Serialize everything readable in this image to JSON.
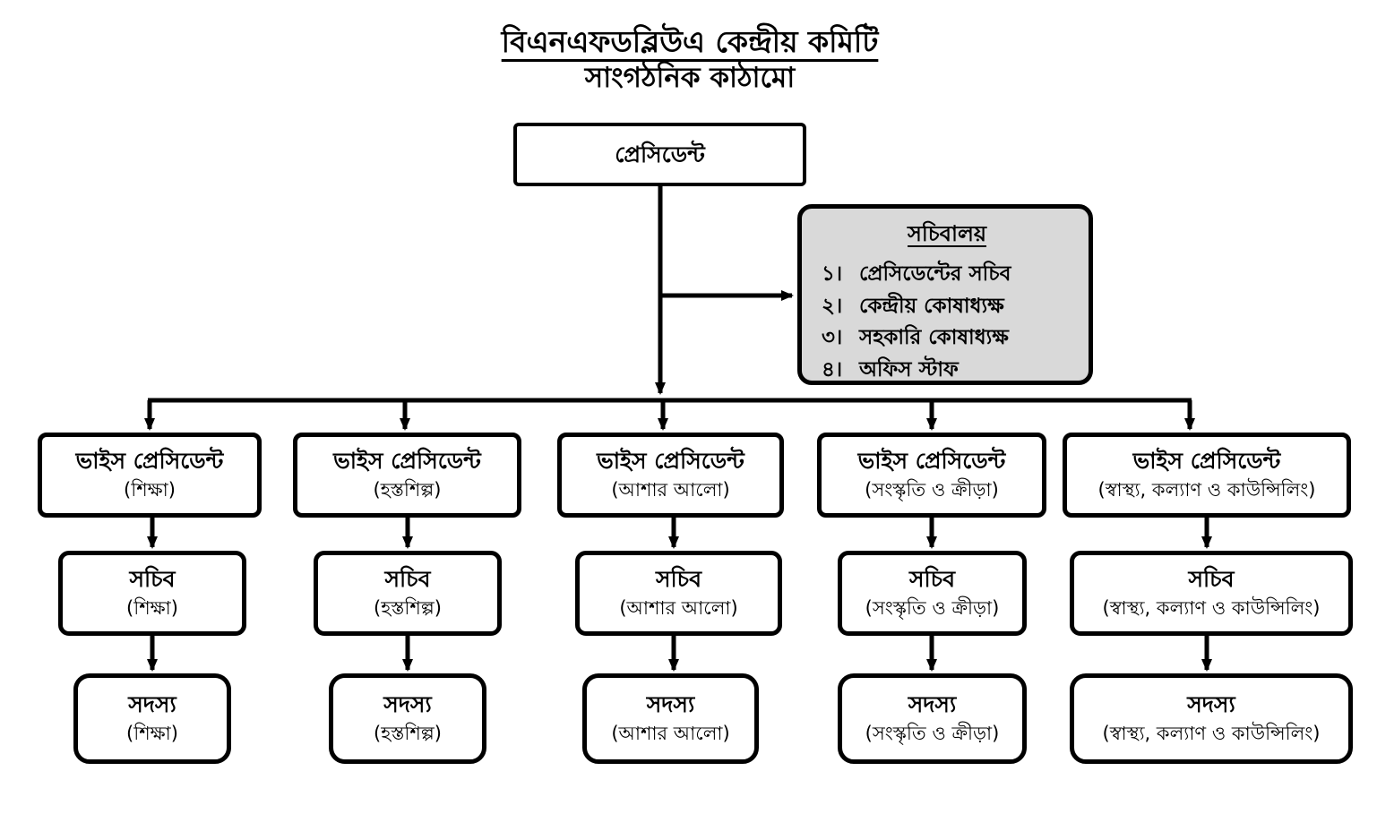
{
  "title": {
    "line1": "বিএনএফডব্লিউএ কেন্দ্রীয় কমিটি",
    "line2": "সাংগঠনিক কাঠামো"
  },
  "president": {
    "label": "প্রেসিডেন্ট"
  },
  "secretariat": {
    "title": "সচিবালয়",
    "items": [
      {
        "num": "১।",
        "label": "প্রেসিডেন্টের সচিব"
      },
      {
        "num": "২।",
        "label": "কেন্দ্রীয় কোষাধ্যক্ষ"
      },
      {
        "num": "৩।",
        "label": "সহকারি কোষাধ্যক্ষ"
      },
      {
        "num": "৪।",
        "label": "অফিস স্টাফ"
      }
    ]
  },
  "columns": [
    {
      "vice_president": {
        "title": "ভাইস প্রেসিডেন্ট",
        "subtitle": "(শিক্ষা)"
      },
      "secretary": {
        "title": "সচিব",
        "subtitle": "(শিক্ষা)"
      },
      "member": {
        "title": "সদস্য",
        "subtitle": "(শিক্ষা)"
      }
    },
    {
      "vice_president": {
        "title": "ভাইস প্রেসিডেন্ট",
        "subtitle": "(হস্তশিল্প)"
      },
      "secretary": {
        "title": "সচিব",
        "subtitle": "(হস্তশিল্প)"
      },
      "member": {
        "title": "সদস্য",
        "subtitle": "(হস্তশিল্প)"
      }
    },
    {
      "vice_president": {
        "title": "ভাইস প্রেসিডেন্ট",
        "subtitle": "(আশার আলো)"
      },
      "secretary": {
        "title": "সচিব",
        "subtitle": "(আশার আলো)"
      },
      "member": {
        "title": "সদস্য",
        "subtitle": "(আশার আলো)"
      }
    },
    {
      "vice_president": {
        "title": "ভাইস প্রেসিডেন্ট",
        "subtitle": "(সংস্কৃতি ও ক্রীড়া)"
      },
      "secretary": {
        "title": "সচিব",
        "subtitle": "(সংস্কৃতি ও ক্রীড়া)"
      },
      "member": {
        "title": "সদস্য",
        "subtitle": "(সংস্কৃতি ও ক্রীড়া)"
      }
    },
    {
      "vice_president": {
        "title": "ভাইস প্রেসিডেন্ট",
        "subtitle": "(স্বাস্থ্য, কল্যাণ ও কাউন্সিলিং)"
      },
      "secretary": {
        "title": "সচিব",
        "subtitle": "(স্বাস্থ্য, কল্যাণ ও কাউন্সিলিং)"
      },
      "member": {
        "title": "সদস্য",
        "subtitle": "(স্বাস্থ্য, কল্যাণ ও কাউন্সিলিং)"
      }
    }
  ],
  "colors": {
    "line": "#000000",
    "box_border": "#000000",
    "secretariat_bg": "#d9d9d9"
  }
}
